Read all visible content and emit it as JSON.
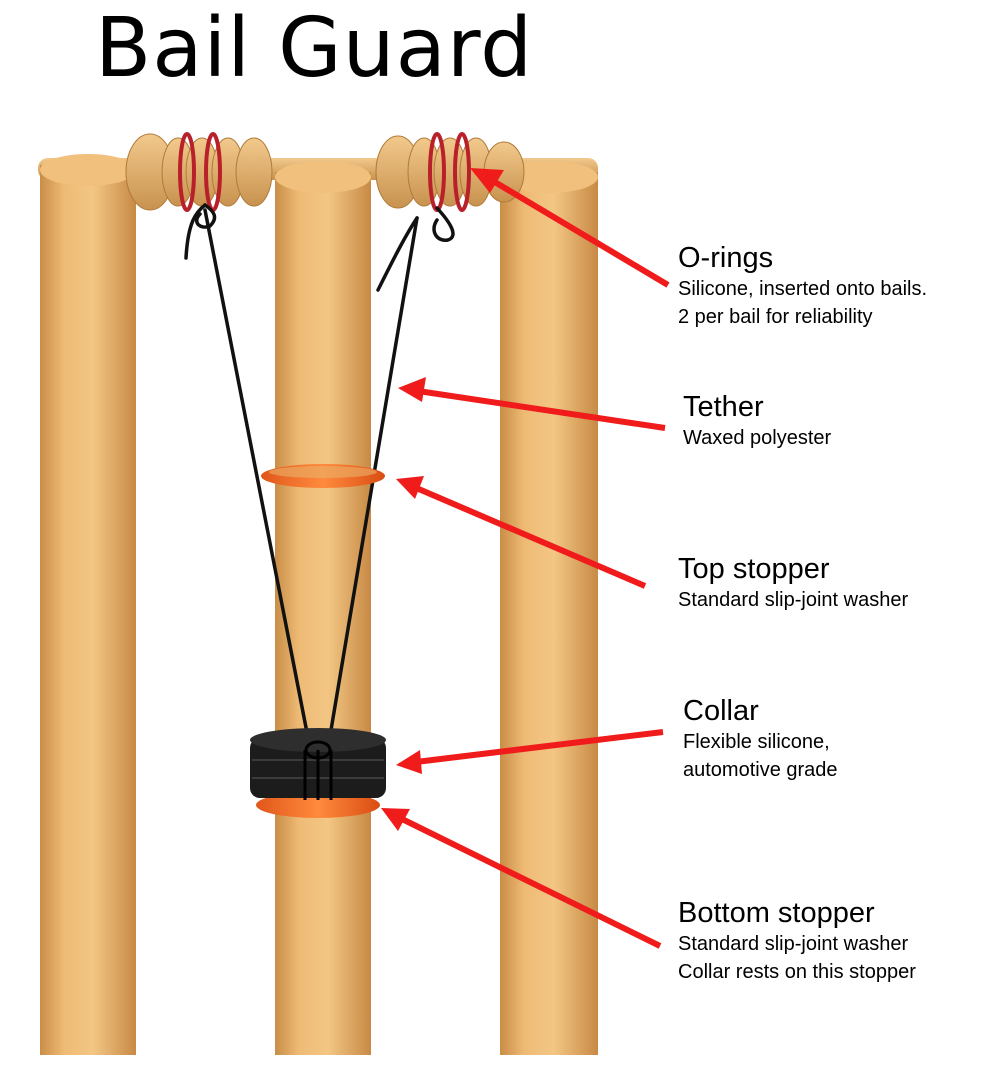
{
  "title": "Bail Guard",
  "callouts": [
    {
      "heading": "O-rings",
      "lines": [
        "Silicone, inserted onto bails.",
        "2 per bail for reliability"
      ]
    },
    {
      "heading": "Tether",
      "lines": [
        "Waxed polyester"
      ]
    },
    {
      "heading": "Top stopper",
      "lines": [
        "Standard slip-joint washer"
      ]
    },
    {
      "heading": "Collar",
      "lines": [
        "Flexible silicone,",
        "automotive grade"
      ]
    },
    {
      "heading": "Bottom stopper",
      "lines": [
        "Standard slip-joint washer",
        "Collar rests on this stopper"
      ]
    }
  ],
  "colors": {
    "wood": "#e9b26a",
    "wood_dark": "#c98d47",
    "arrow": "#f01c1c",
    "oring": "#b8202a",
    "stopper": "#f26b1d",
    "collar": "#1c1c1c",
    "tether": "#111111"
  }
}
